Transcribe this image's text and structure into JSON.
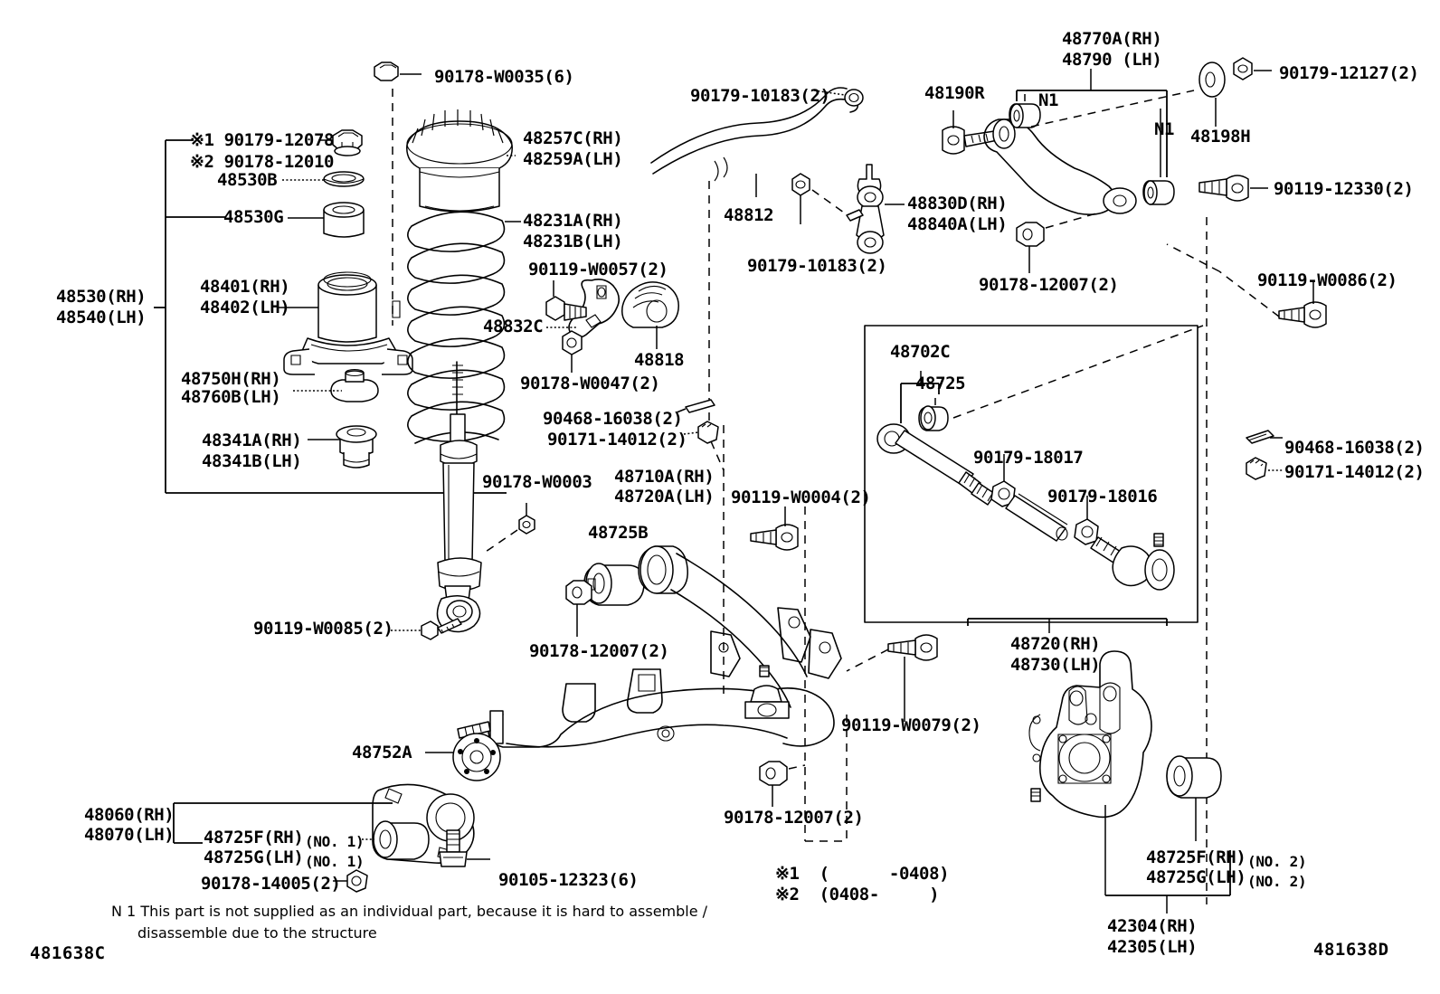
{
  "diagram": {
    "code_left": "481638C",
    "code_right": "481638D",
    "note_n1_line1": "N 1 This part is not supplied as an individual part, because it is hard to assemble /",
    "note_n1_line2": "disassemble due to the structure",
    "note_star1": "※1  (      -0408)",
    "note_star2": "※2  (0408-     )"
  },
  "labels": {
    "l_90178_w0035": "90178-W0035(6)",
    "l_star1_90179_12078": "※1 90179-12078",
    "l_star2_90178_12010": "※2 90178-12010",
    "l_48530B": "48530B",
    "l_48530G": "48530G",
    "l_48530_rh": "48530(RH)",
    "l_48540_lh": "48540(LH)",
    "l_48401_rh": "48401(RH)",
    "l_48402_lh": "48402(LH)",
    "l_48257C_rh": "48257C(RH)",
    "l_48259A_lh": "48259A(LH)",
    "l_48231A_rh": "48231A(RH)",
    "l_48231B_lh": "48231B(LH)",
    "l_90119_w0057": "90119-W0057(2)",
    "l_48832C": "48832C",
    "l_48818": "48818",
    "l_90178_w0047": "90178-W0047(2)",
    "l_48750H_rh": "48750H(RH)",
    "l_48760B_lh": "48760B(LH)",
    "l_48341A_rh": "48341A(RH)",
    "l_48341B_lh": "48341B(LH)",
    "l_90468_16038_a": "90468-16038(2)",
    "l_90171_14012_a": "90171-14012(2)",
    "l_90178_w0003": "90178-W0003",
    "l_90119_w0085": "90119-W0085(2)",
    "l_48710A_rh": "48710A(RH)",
    "l_48720A_lh": "48720A(LH)",
    "l_48725B": "48725B",
    "l_90178_12007_b": "90178-12007(2)",
    "l_90119_w0004": "90119-W0004(2)",
    "l_48752A": "48752A",
    "l_48060_rh": "48060(RH)",
    "l_48070_lh": "48070(LH)",
    "l_48725F_rh_no1": "48725F(RH)",
    "l_48725F_rh_no1_sfx": "(NO. 1)",
    "l_48725G_lh_no1": "48725G(LH)",
    "l_48725G_lh_no1_sfx": "(NO. 1)",
    "l_90178_14005": "90178-14005(2)",
    "l_90105_12323": "90105-12323(6)",
    "l_90179_10183_a": "90179-10183(2)",
    "l_48812": "48812",
    "l_90179_10183_b": "90179-10183(2)",
    "l_48830D_rh": "48830D(RH)",
    "l_48840A_lh": "48840A(LH)",
    "l_48190R": "48190R",
    "l_48770A_rh": "48770A(RH)",
    "l_48790_lh": "48790 (LH)",
    "l_n1_a": "N1",
    "l_n1_b": "N1",
    "l_48198H": "48198H",
    "l_90179_12127": "90179-12127(2)",
    "l_90119_12330": "90119-12330(2)",
    "l_90178_12007_a": "90178-12007(2)",
    "l_90119_w0086": "90119-W0086(2)",
    "l_48702C": "48702C",
    "l_48725": "48725",
    "l_90179_18017": "90179-18017",
    "l_90179_18016": "90179-18016",
    "l_90468_16038_b": "90468-16038(2)",
    "l_90171_14012_b": "90171-14012(2)",
    "l_48720_rh": "48720(RH)",
    "l_48730_lh": "48730(LH)",
    "l_90119_w0079": "90119-W0079(2)",
    "l_90178_12007_c": "90178-12007(2)",
    "l_48725F_rh_no2": "48725F(RH)",
    "l_48725F_rh_no2_sfx": "(NO. 2)",
    "l_48725G_lh_no2": "48725G(LH)",
    "l_48725G_lh_no2_sfx": "(NO. 2)",
    "l_42304_rh": "42304(RH)",
    "l_42305_lh": "42305(LH)"
  }
}
